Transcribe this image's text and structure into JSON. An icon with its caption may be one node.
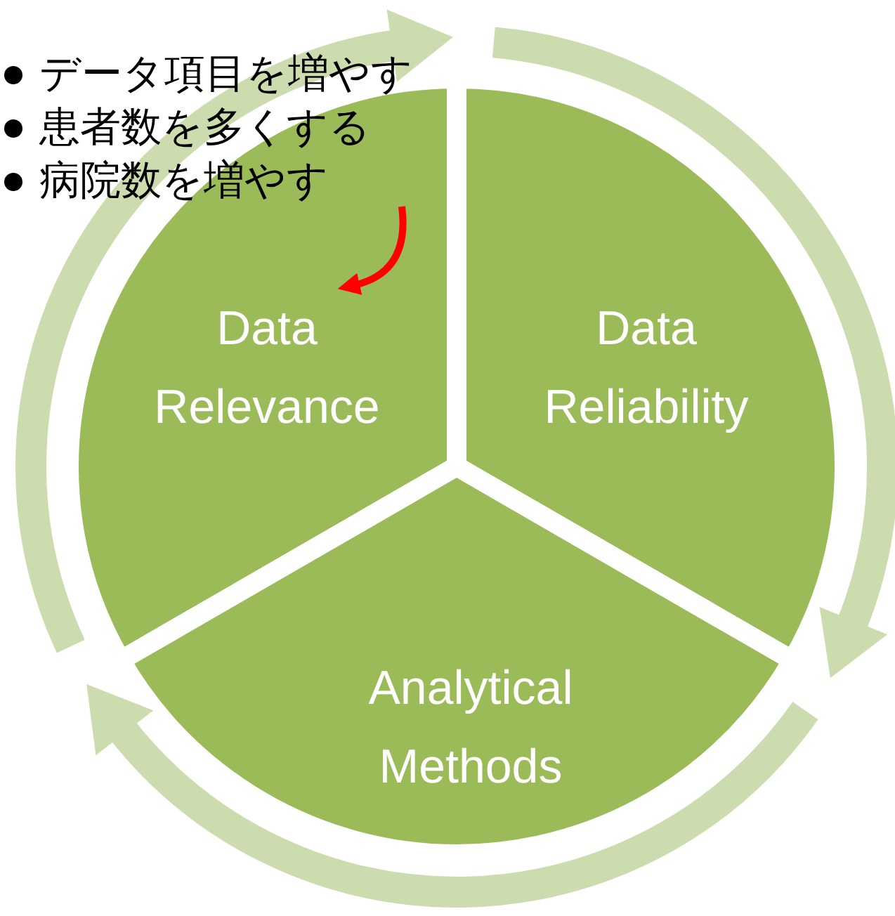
{
  "diagram": {
    "nodes": [
      {
        "text": [
          "Data Relevance"
        ]
      },
      {
        "text": [
          "Data Reliability"
        ]
      },
      {
        "text": [
          "Analytical Methods"
        ]
      },
      {
        "text": [
          "データ項目を増やす",
          "患者数を多くする",
          "病院数を増やす"
        ]
      }
    ],
    "edges": [
      {
        "from": 3,
        "to": 0,
        "arrow": "to",
        "color": "#ff0000"
      }
    ]
  }
}
